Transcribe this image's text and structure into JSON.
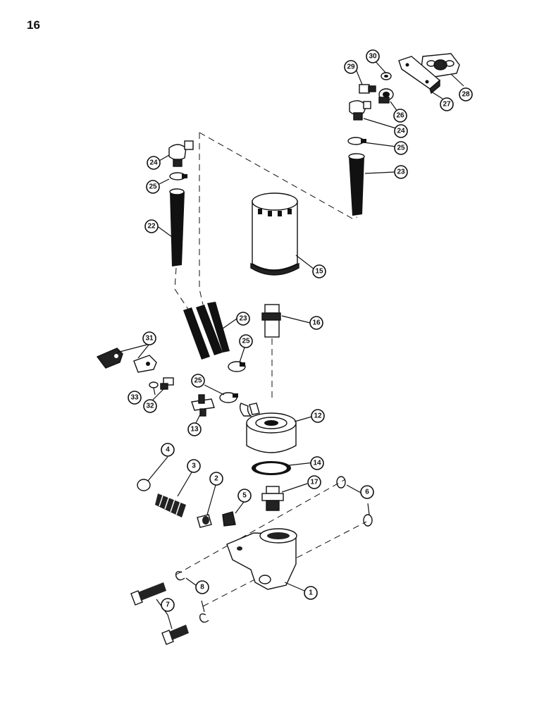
{
  "page": {
    "number": "16"
  },
  "callouts": {
    "c1": "1",
    "c2": "2",
    "c3": "3",
    "c4": "4",
    "c5": "5",
    "c6": "6",
    "c7": "7",
    "c8": "8",
    "c12": "12",
    "c13": "13",
    "c14": "14",
    "c15": "15",
    "c16": "16",
    "c17": "17",
    "c22": "22",
    "c23a": "23",
    "c23b": "23",
    "c24a": "24",
    "c24b": "24",
    "c25a": "25",
    "c25b": "25",
    "c25c": "25",
    "c25d": "25",
    "c26": "26",
    "c27": "27",
    "c28": "28",
    "c29": "29",
    "c30": "30",
    "c31": "31",
    "c32": "32",
    "c33": "33"
  }
}
